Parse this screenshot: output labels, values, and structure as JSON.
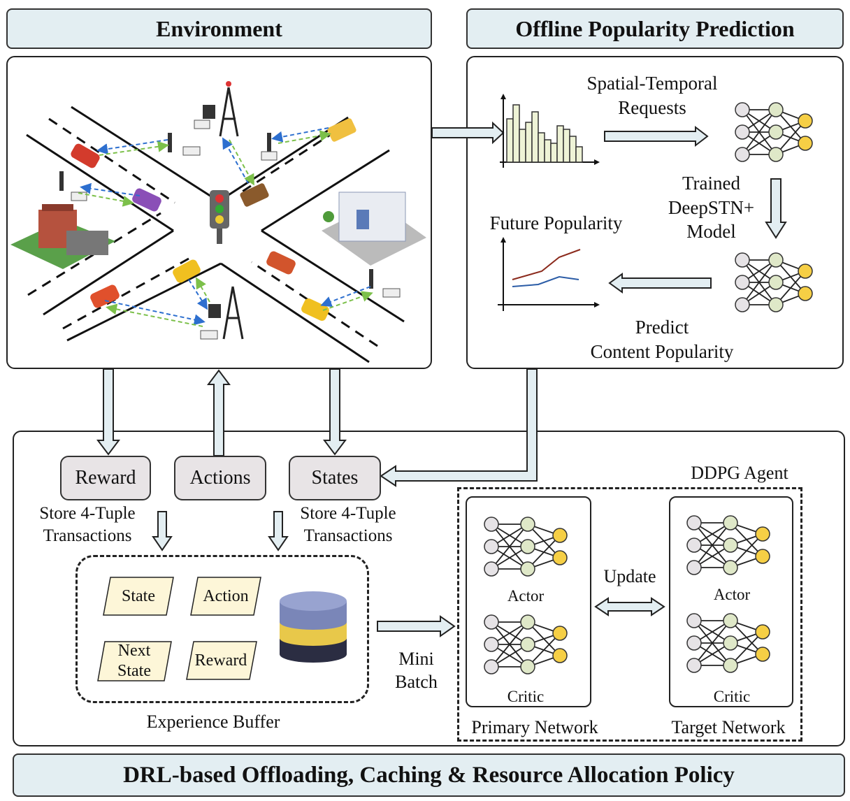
{
  "headers": {
    "environment": "Environment",
    "offline": "Offline Popularity Prediction",
    "policy": "DRL-based Offloading, Caching & Resource Allocation Policy"
  },
  "offline": {
    "requests_line1": "Spatial-Temporal",
    "requests_line2": "Requests",
    "model_line1": "Trained",
    "model_line2": "DeepSTN+",
    "model_line3": "Model",
    "future": "Future Popularity",
    "predict_line1": "Predict",
    "predict_line2": "Content Popularity"
  },
  "rl": {
    "reward": "Reward",
    "actions": "Actions",
    "states": "States",
    "store_line1": "Store 4-Tuple",
    "store_line2": "Transactions",
    "buffer_state": "State",
    "buffer_action": "Action",
    "buffer_next1": "Next",
    "buffer_next2": "State",
    "buffer_reward": "Reward",
    "buffer_label": "Experience Buffer",
    "mini1": "Mini",
    "mini2": "Batch",
    "agent": "DDPG Agent",
    "update": "Update",
    "actor": "Actor",
    "critic": "Critic",
    "primary": "Primary Network",
    "target": "Target Network"
  },
  "colors": {
    "header_bg": "#e3eef2",
    "pill_bg": "#e8e4e6",
    "buffer_card": "#fdf6d8",
    "nn_input": "#e6e3e6",
    "nn_hidden": "#dfe8c8",
    "nn_output": "#f6cf45",
    "db_top": "#7a86b8",
    "db_mid": "#e8c84a",
    "db_bottom": "#2b2d42"
  }
}
